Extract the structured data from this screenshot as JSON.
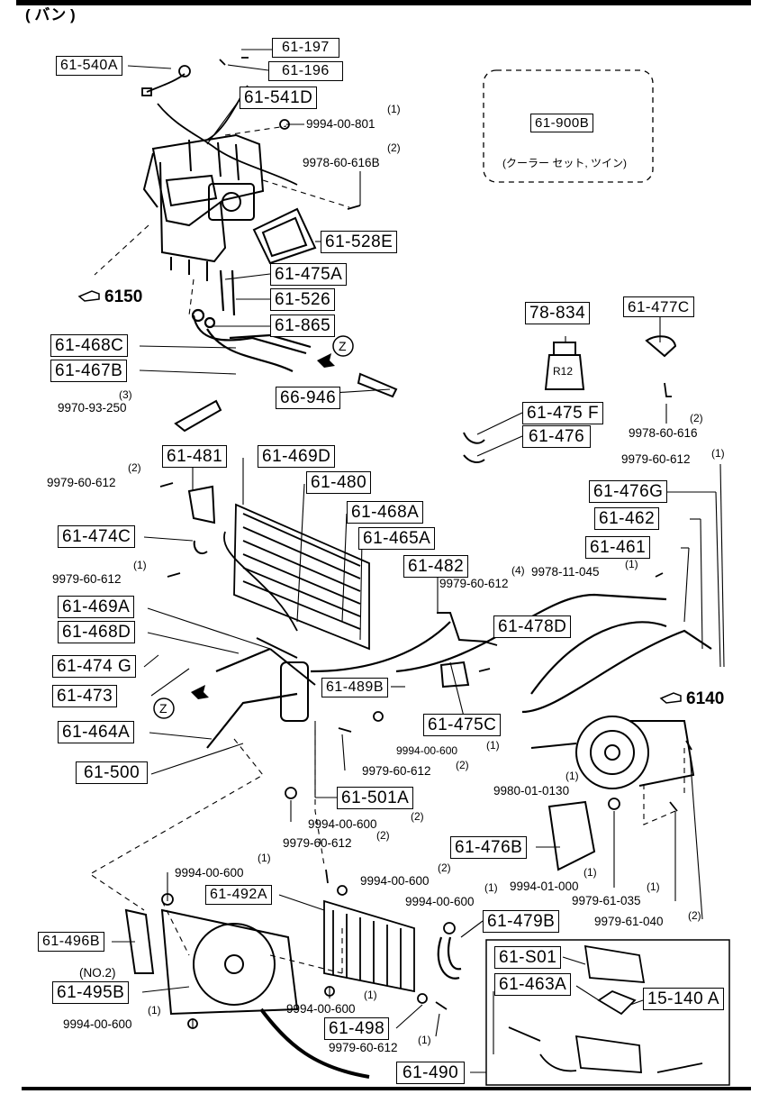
{
  "header": {
    "title": "( バン )"
  },
  "boxed_labels": [
    "61-197",
    "61-196",
    "61-540A",
    "61-541D",
    "61-900B",
    "61-528E",
    "61-475A",
    "61-526",
    "61-865",
    "61-468C",
    "61-467B",
    "66-946",
    "78-834",
    "61-477C",
    "61-475 F",
    "61-476",
    "61-481",
    "61-469D",
    "61-480",
    "61-468A",
    "61-465A",
    "61-474C",
    "61-482",
    "61-476G",
    "61-462",
    "61-461",
    "61-469A",
    "61-478D",
    "61-468D",
    "61-474 G",
    "61-473",
    "61-489B",
    "61-475C",
    "61-464A",
    "61-500",
    "61-501A",
    "61-476B",
    "61-492A",
    "61-479B",
    "61-496B",
    "61-S01",
    "61-463A",
    "15-140 A",
    "61-495B",
    "61-498",
    "61-490"
  ],
  "plain_labels": [
    "9994-00-801",
    "9978-60-616B",
    "9970-93-250",
    "9978-60-616",
    "9979-60-612",
    "9979-60-612",
    "9979-60-612",
    "9979-60-612",
    "9978-11-045",
    "9994-00-600",
    "9979-60-612",
    "9980-01-0130",
    "9994-00-600",
    "9979-60-612",
    "9994-00-600",
    "9994-01-000",
    "9994-00-600",
    "9979-61-035",
    "9979-61-040",
    "9994-00-600",
    "9994-00-600",
    "9979-60-612",
    "(NO.2)"
  ],
  "quantities": [
    "(1)",
    "(2)",
    "(3)",
    "(2)",
    "(1)",
    "(2)",
    "(1)",
    "(4)",
    "(1)",
    "(1)",
    "(2)",
    "(1)",
    "(2)",
    "(2)",
    "(2)",
    "(1)",
    "(1)",
    "(1)",
    "(2)",
    "(1)",
    "(1)",
    "(1)"
  ],
  "page_refs": [
    "6150",
    "6140"
  ],
  "markers": [
    "Z",
    "Z"
  ],
  "note": "(クーラー セット, ツイン)",
  "part_text": "R12"
}
